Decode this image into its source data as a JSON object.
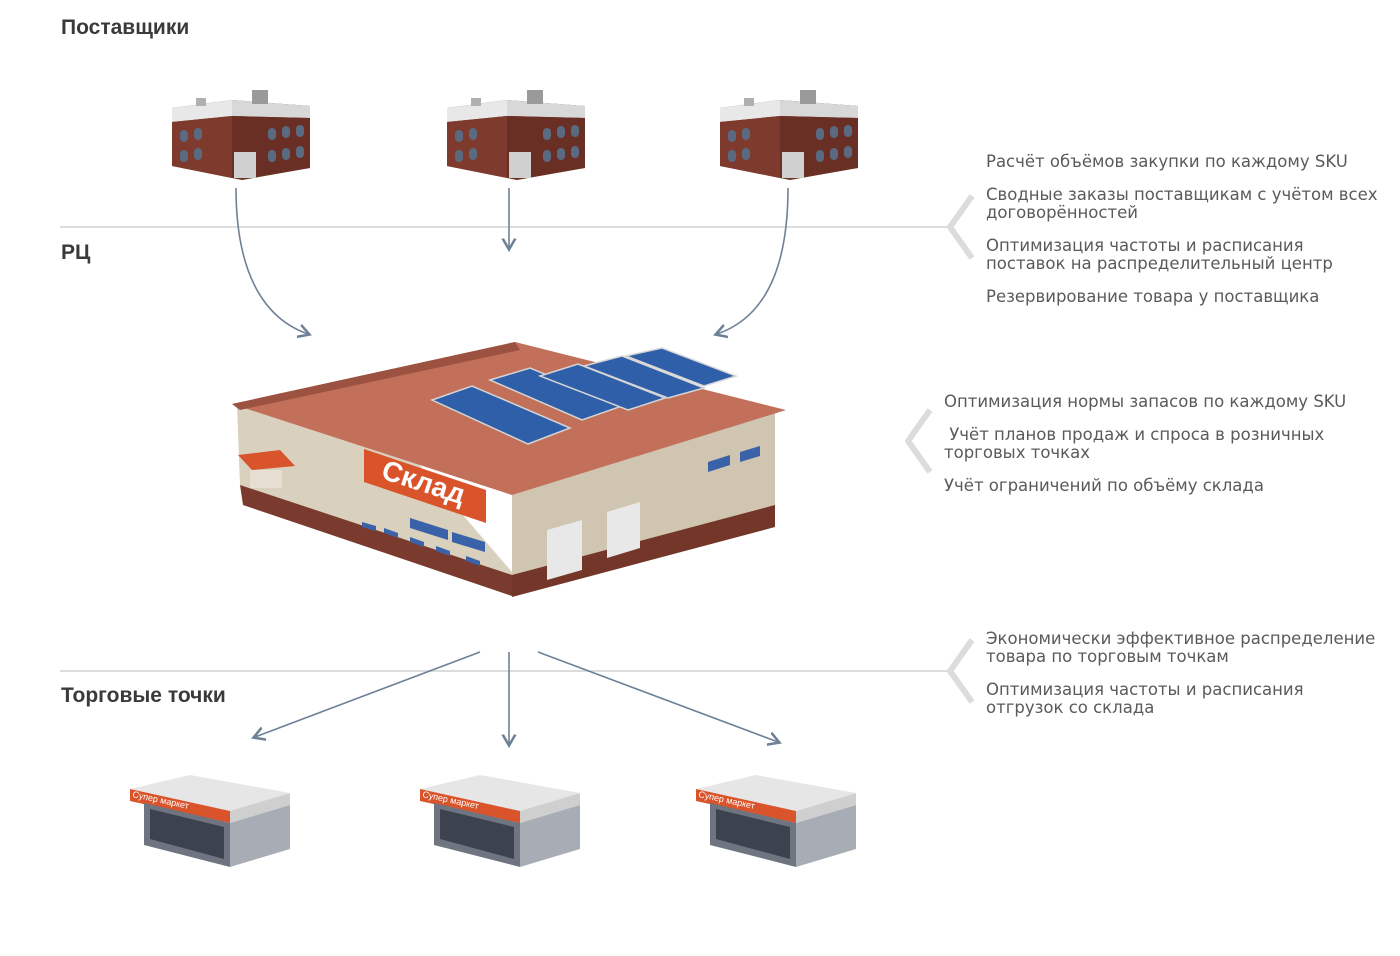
{
  "sections": {
    "suppliers": "Поставщики",
    "dc": "РЦ",
    "stores": "Торговые точки"
  },
  "warehouse_sign": "Склад",
  "store_sign": "Супер маркет",
  "groups": [
    {
      "items": [
        "Расчёт объёмов закупки по каждому SKU",
        "Сводные заказы поставщикам с учётом всех договорённостей",
        "Оптимизация частоты и расписания поставок на распределительный центр",
        "Резервирование товара у поставщика"
      ]
    },
    {
      "items": [
        "Оптимизация нормы запасов по каждому SKU",
        " Учёт планов продаж и спроса в розничных торговых точках",
        "Учёт ограничений по объёму склада"
      ]
    },
    {
      "items": [
        "Экономически эффективное распределение товара по торговым точкам",
        "Оптимизация частоты и расписания отгрузок со склада"
      ]
    }
  ],
  "colors": {
    "arrow": "#6f8196",
    "divider": "#dcdcdc",
    "brick": "#7a3b2e",
    "roof": "#c2705a",
    "sign": "#d9532b",
    "solar": "#2f5fa8"
  }
}
